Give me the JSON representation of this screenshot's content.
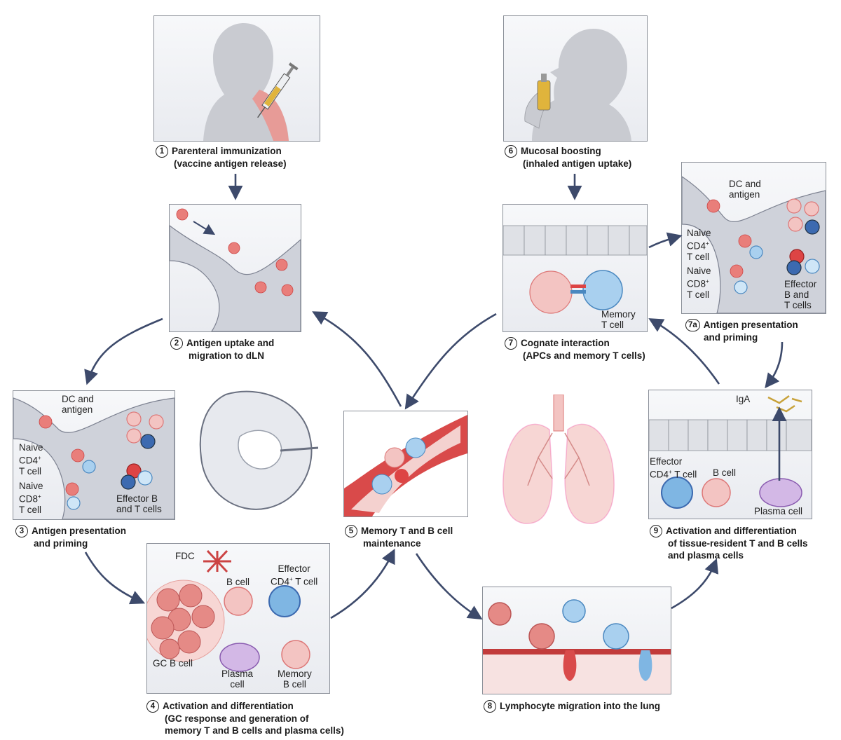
{
  "steps": {
    "s1": {
      "num": "1",
      "line1": "Parenteral immunization",
      "line2": "(vaccine antigen release)"
    },
    "s2": {
      "num": "2",
      "line1": "Antigen uptake and",
      "line2": "migration to dLN"
    },
    "s3": {
      "num": "3",
      "line1": "Antigen presentation",
      "line2": "and priming"
    },
    "s4": {
      "num": "4",
      "line1": "Activation and differentiation",
      "line2": "(GC response and generation of",
      "line3": "memory T and B cells and plasma cells)"
    },
    "s5": {
      "num": "5",
      "line1": "Memory T and B cell",
      "line2": "maintenance"
    },
    "s6": {
      "num": "6",
      "line1": "Mucosal boosting",
      "line2": "(inhaled antigen uptake)"
    },
    "s7": {
      "num": "7",
      "line1": "Cognate interaction",
      "line2": "(APCs and memory T cells)"
    },
    "s7a": {
      "num": "7a",
      "line1": "Antigen presentation",
      "line2": "and priming"
    },
    "s8": {
      "num": "8",
      "line1": "Lymphocyte migration into the lung"
    },
    "s9": {
      "num": "9",
      "line1": "Activation and differentiation",
      "line2": "of tissue-resident T and B cells",
      "line3": "and plasma cells"
    }
  },
  "labels": {
    "p3": {
      "dc1": "DC and",
      "dc2": "antigen",
      "naive4a": "Naive",
      "naive4b": "CD4",
      "naive4c": "T cell",
      "naive8a": "Naive",
      "naive8b": "CD8",
      "naive8c": "T cell",
      "eff1": "Effector B",
      "eff2": "and T cells"
    },
    "p7a": {
      "dc1": "DC and",
      "dc2": "antigen",
      "naive4a": "Naive",
      "naive4b": "CD4",
      "naive4c": "T cell",
      "naive8a": "Naive",
      "naive8b": "CD8",
      "naive8c": "T cell",
      "eff1": "Effector",
      "eff2": "B and",
      "eff3": "T cells"
    },
    "p4": {
      "fdc": "FDC",
      "bcell": "B cell",
      "eff1": "Effector",
      "eff2": "CD4",
      "eff3": "T cell",
      "gc": "GC B cell",
      "plasma1": "Plasma",
      "plasma2": "cell",
      "mem1": "Memory",
      "mem2": "B cell"
    },
    "p7": {
      "mem1": "Memory",
      "mem2": "T cell"
    },
    "p9": {
      "iga": "IgA",
      "eff1": "Effector",
      "eff2": "CD4",
      "eff3": "T cell",
      "bcell": "B cell",
      "plasma": "Plasma cell"
    },
    "sup": "+"
  },
  "colors": {
    "arrow": "#3d4a6b",
    "tcell": "#7fb6e3",
    "bcell": "#e58a86",
    "plasma": "#b58fd0",
    "dc": "#e97e7a",
    "tissue": "#cfd2da",
    "skin": "#d3d5da"
  }
}
